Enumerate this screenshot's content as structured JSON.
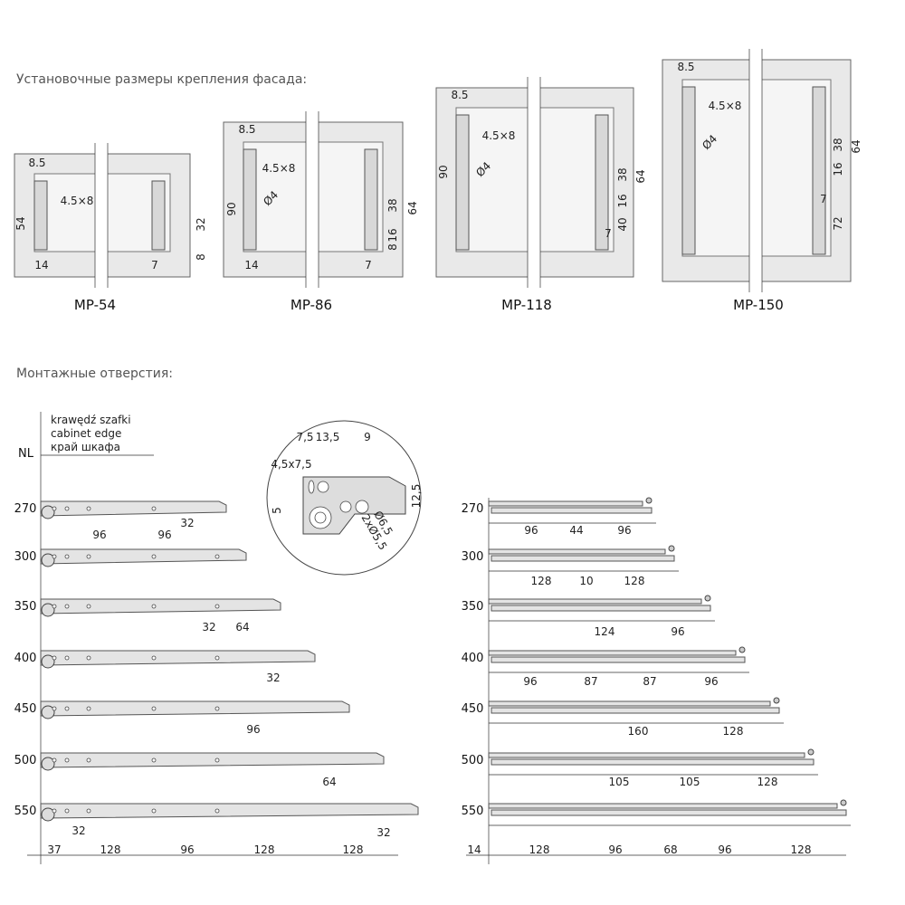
{
  "headings": {
    "facade": "Установочные размеры крепления фасада:",
    "holes": "Монтажные отверстия:"
  },
  "models": [
    {
      "name": "MP-54",
      "labels": [
        "8.5",
        "4.5×8",
        "54",
        "32",
        "8",
        "14",
        "7"
      ]
    },
    {
      "name": "MP-86",
      "labels": [
        "8.5",
        "4.5×8",
        "90",
        "Ø4",
        "38",
        "64",
        "16",
        "8",
        "14",
        "7"
      ]
    },
    {
      "name": "MP-118",
      "labels": [
        "8.5",
        "4.5×8",
        "90",
        "Ø4",
        "38",
        "64",
        "16",
        "40",
        "7"
      ]
    },
    {
      "name": "MP-150",
      "labels": [
        "8.5",
        "4.5×8",
        "Ø4",
        "38",
        "64",
        "16",
        "7",
        "72"
      ]
    }
  ],
  "legend": {
    "edge_pl": "krawędź szafki",
    "edge_en": "cabinet edge",
    "edge_ru": "край шкафа",
    "nl": "NL"
  },
  "detail": {
    "labels": [
      "7,5",
      "13,5",
      "9",
      "4,5x7,5",
      "5",
      "12,5",
      "2xØ5,5",
      "Ø6,5"
    ]
  },
  "left_rows": [
    {
      "nl": "270",
      "dims": [
        "96",
        "96",
        "32"
      ]
    },
    {
      "nl": "300",
      "dims": []
    },
    {
      "nl": "350",
      "dims": [
        "32",
        "64"
      ]
    },
    {
      "nl": "400",
      "dims": [
        "32"
      ]
    },
    {
      "nl": "450",
      "dims": [
        "96"
      ]
    },
    {
      "nl": "500",
      "dims": [
        "64"
      ]
    },
    {
      "nl": "550",
      "dims": [
        "32",
        "32"
      ]
    }
  ],
  "left_bottom": [
    "37",
    "128",
    "96",
    "128",
    "128"
  ],
  "right_rows": [
    {
      "nl": "270",
      "dims": [
        "96",
        "44",
        "96"
      ]
    },
    {
      "nl": "300",
      "dims": [
        "128",
        "10",
        "128"
      ]
    },
    {
      "nl": "350",
      "dims": [
        "124",
        "96"
      ]
    },
    {
      "nl": "400",
      "dims": [
        "96",
        "87",
        "87",
        "96"
      ]
    },
    {
      "nl": "450",
      "dims": [
        "160",
        "128"
      ]
    },
    {
      "nl": "500",
      "dims": [
        "105",
        "105",
        "128"
      ]
    },
    {
      "nl": "550",
      "dims": []
    }
  ],
  "right_bottom": [
    "14",
    "128",
    "96",
    "68",
    "96",
    "128"
  ]
}
